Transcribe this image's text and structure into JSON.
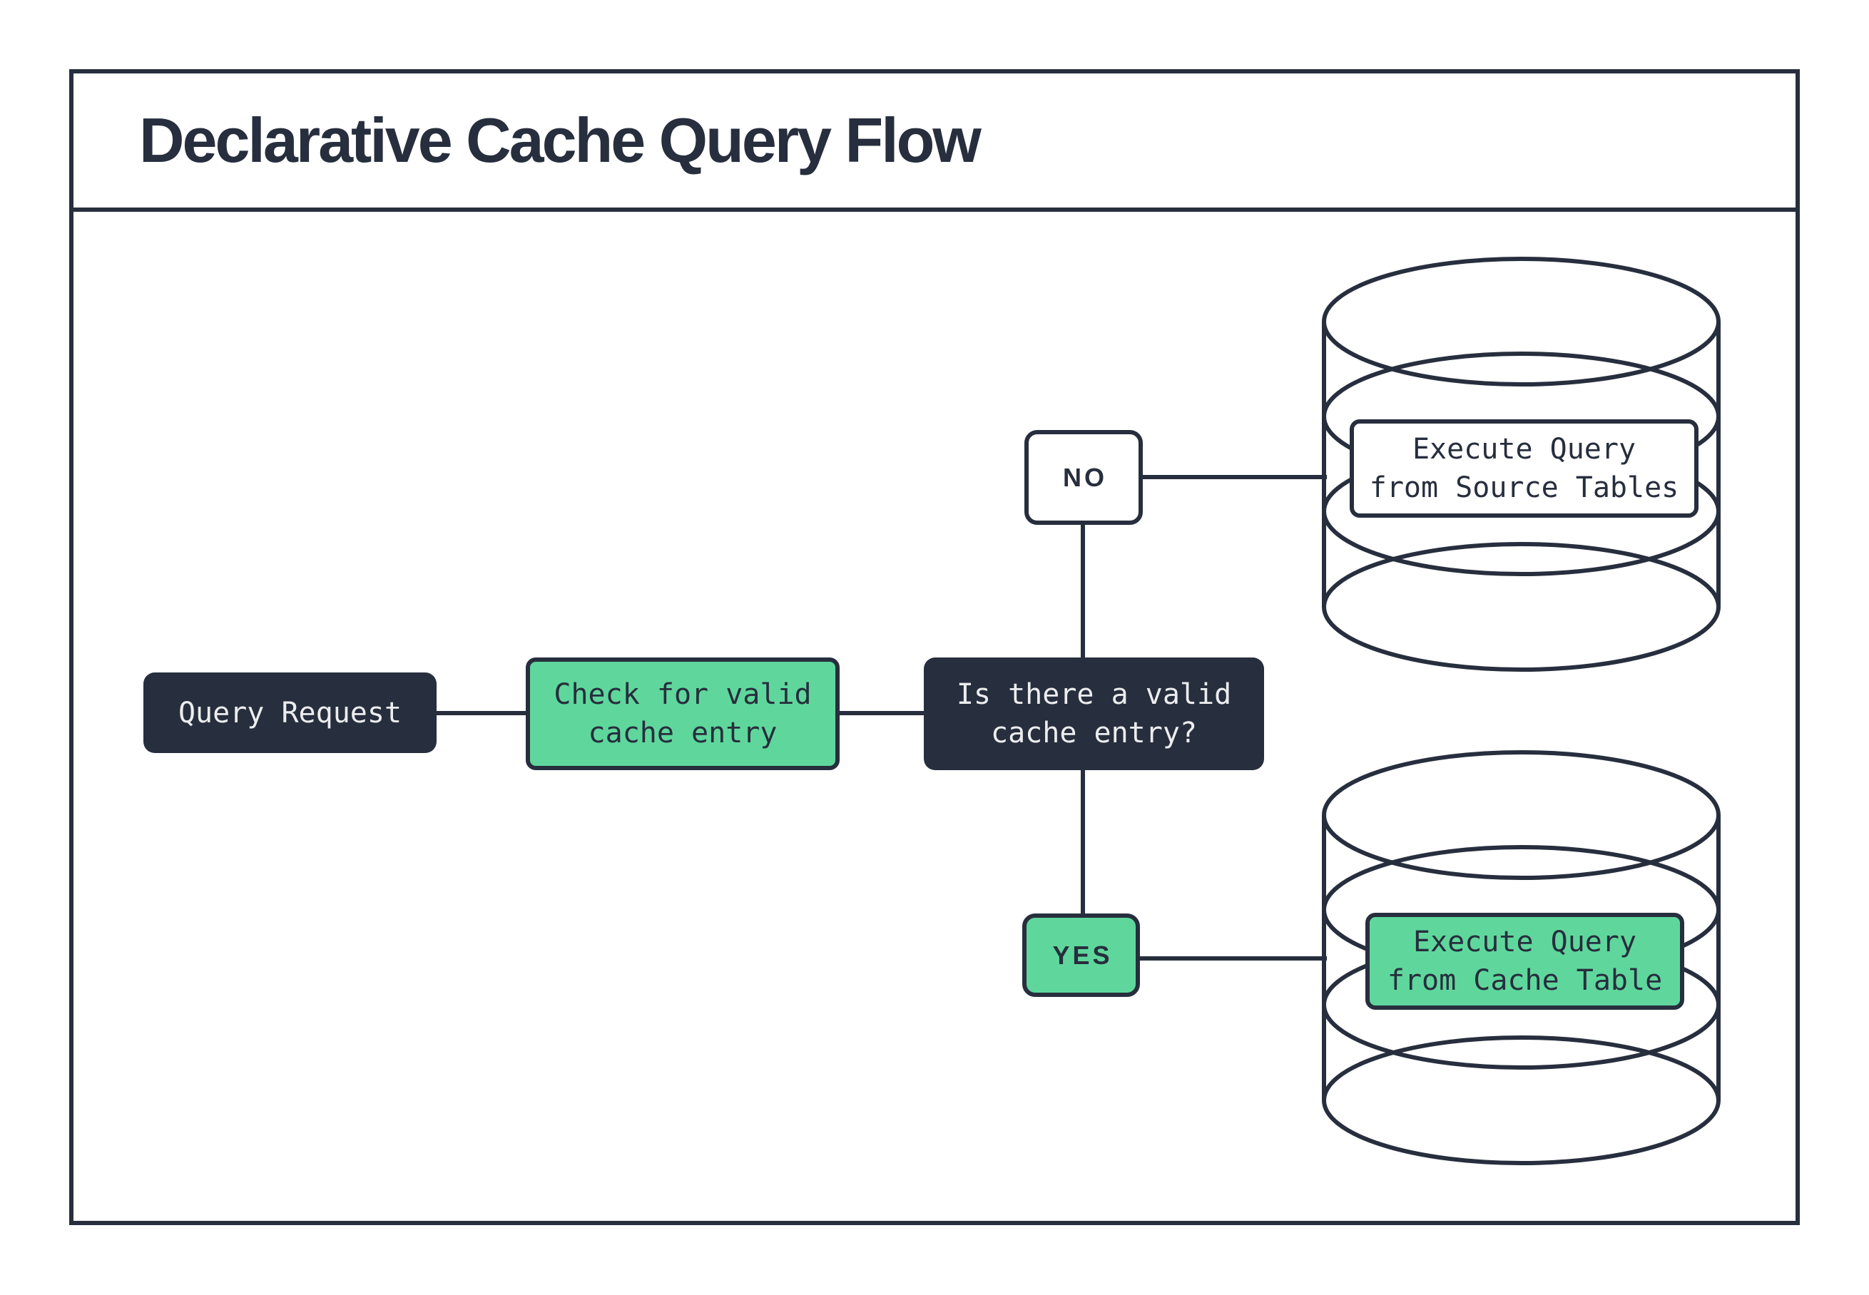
{
  "header": {
    "title": "Declarative Cache Query Flow"
  },
  "colors": {
    "ink": "#272e3d",
    "green": "#5fd79c",
    "light_text": "#ecedef",
    "paper": "#ffffff"
  },
  "flow": {
    "query_request": {
      "label": "Query Request"
    },
    "check_cache": {
      "label": "Check for valid\ncache entry"
    },
    "decision": {
      "label": "Is there a valid\ncache entry?"
    },
    "no_branch": {
      "label": "NO"
    },
    "yes_branch": {
      "label": "YES"
    },
    "source_db": {
      "label": "Execute Query\nfrom Source Tables"
    },
    "cache_db": {
      "label": "Execute Query\nfrom Cache Table"
    }
  }
}
